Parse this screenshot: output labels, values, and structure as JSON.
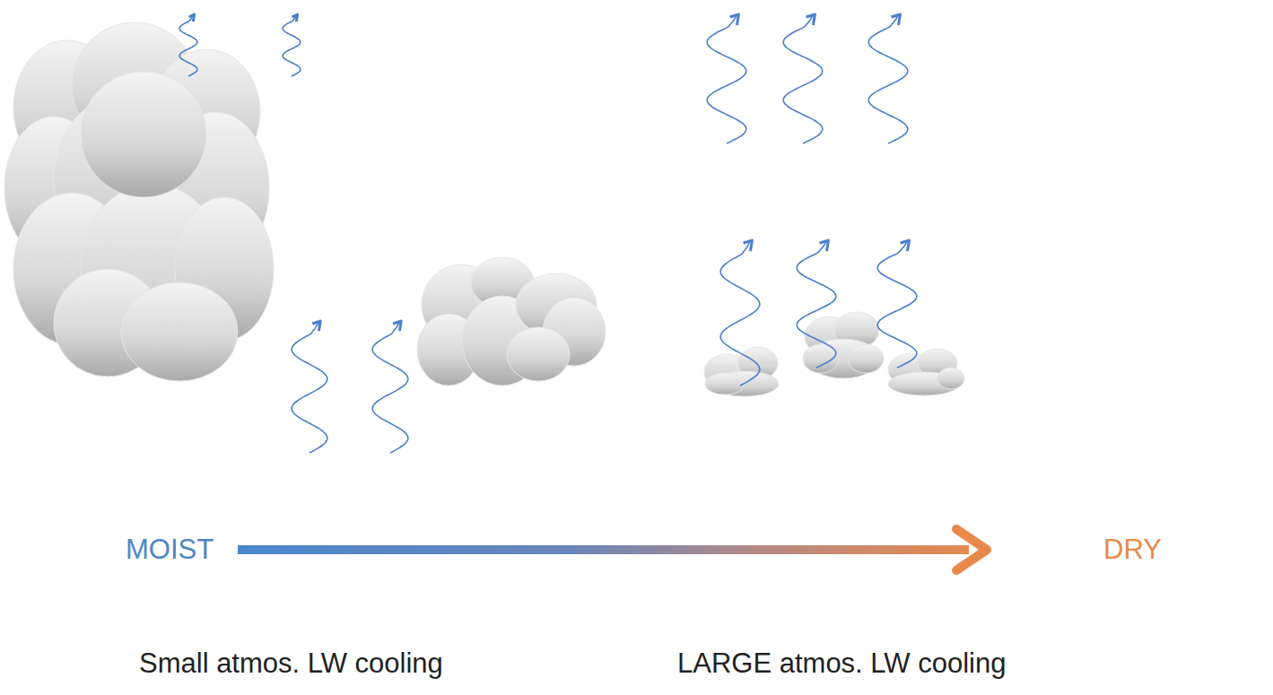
{
  "diagram": {
    "labels": [
      "MOIST",
      "DRY",
      "Small atmos. LW cooling",
      "LARGE atmos. LW cooling"
    ]
  }
}
